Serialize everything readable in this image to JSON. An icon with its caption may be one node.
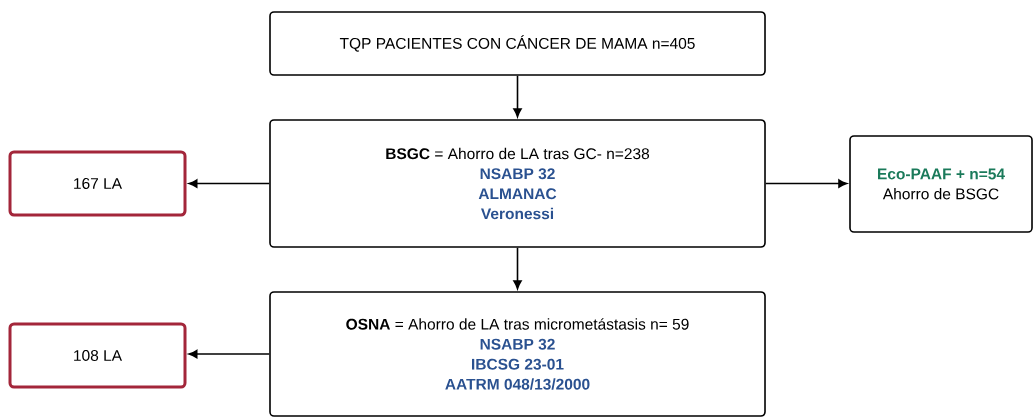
{
  "diagram": {
    "nodes": [
      {
        "text": [
          "TQP PACIENTES CON CÁNCER DE MAMA n=405"
        ]
      },
      {
        "text": [
          "**BSGC** = Ahorro de LA tras GC-   n=238",
          "NSABP 32",
          "ALMANAC",
          "Veronessi"
        ]
      },
      {
        "text": [
          "167 LA"
        ]
      },
      {
        "text": [
          "Eco-PAAF +  n=54",
          "Ahorro de BSGC"
        ]
      },
      {
        "text": [
          "**OSNA** = Ahorro de LA tras micrometástasis  n=  59",
          "NSABP 32",
          "IBCSG 23-01",
          "AATRM 048/13/2000"
        ]
      },
      {
        "text": [
          "108 LA"
        ]
      }
    ],
    "edges": [
      {
        "from": 0,
        "to": 1,
        "arrow": "to"
      },
      {
        "from": 1,
        "to": 2,
        "arrow": "to"
      },
      {
        "from": 1,
        "to": 3,
        "arrow": "to"
      },
      {
        "from": 1,
        "to": 4,
        "arrow": "to"
      },
      {
        "from": 4,
        "to": 5,
        "arrow": "to"
      }
    ]
  }
}
